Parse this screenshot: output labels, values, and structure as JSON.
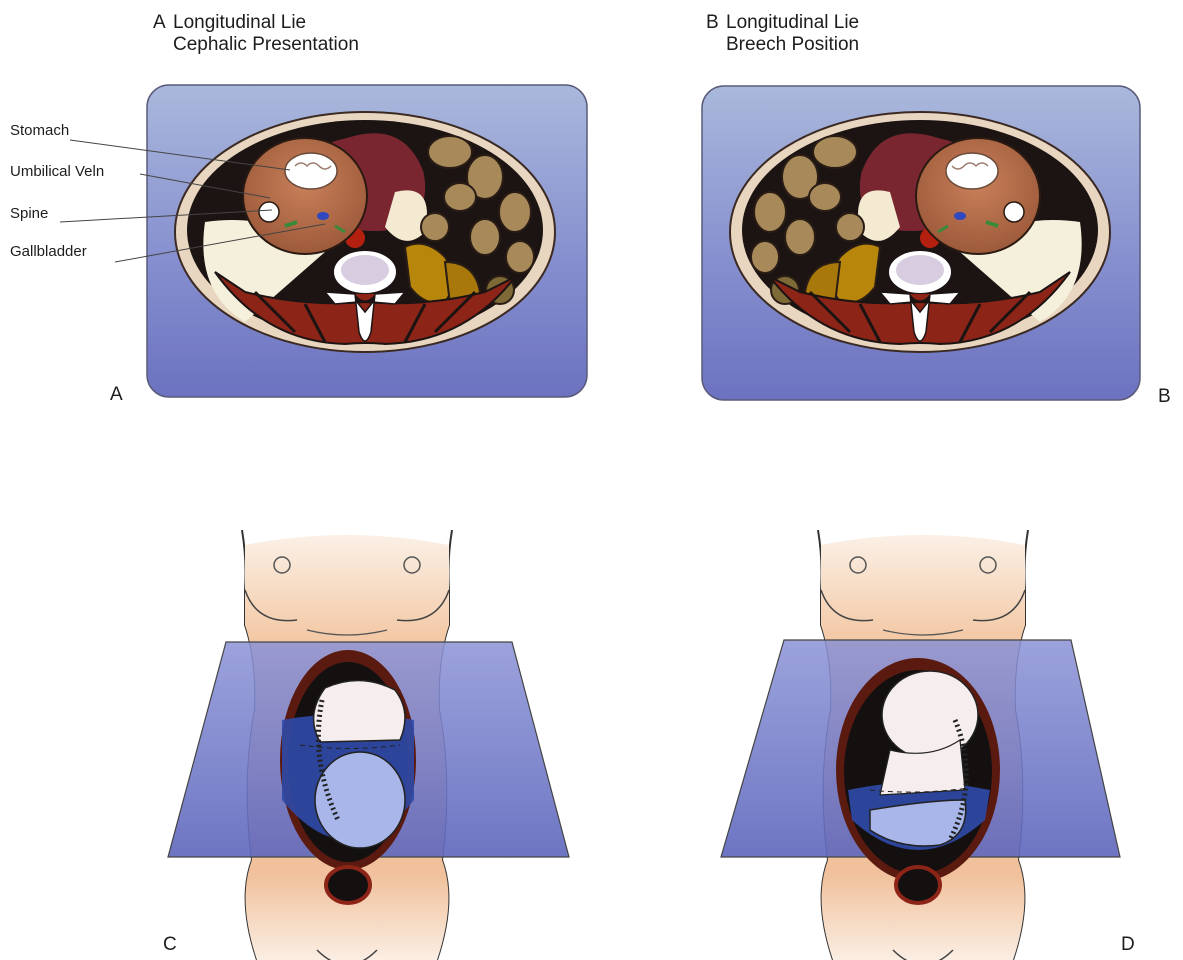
{
  "panels": {
    "a": {
      "letter": "A",
      "title_line1": "Longitudinal Lie",
      "title_line2": "Cephalic Presentation",
      "corner_label": "A"
    },
    "b": {
      "letter": "B",
      "title_line1": "Longitudinal Lie",
      "title_line2": "Breech Position",
      "corner_label": "B"
    },
    "c": {
      "corner_label": "C"
    },
    "d": {
      "corner_label": "D"
    }
  },
  "callouts": {
    "stomach": "Stomach",
    "umbilical_vein": "Umbilical Veln",
    "spine": "Spine",
    "gallbladder": "Gallbladder"
  },
  "colors": {
    "plane_blue": "#6f77c4",
    "skin": "#f1c7a4",
    "muscle": "#8c2418",
    "liver": "#7e2a2a",
    "bowel": "#a88a5a",
    "fetus_light": "#f4ecea",
    "fetus_submerged": "#9fb0e6"
  }
}
